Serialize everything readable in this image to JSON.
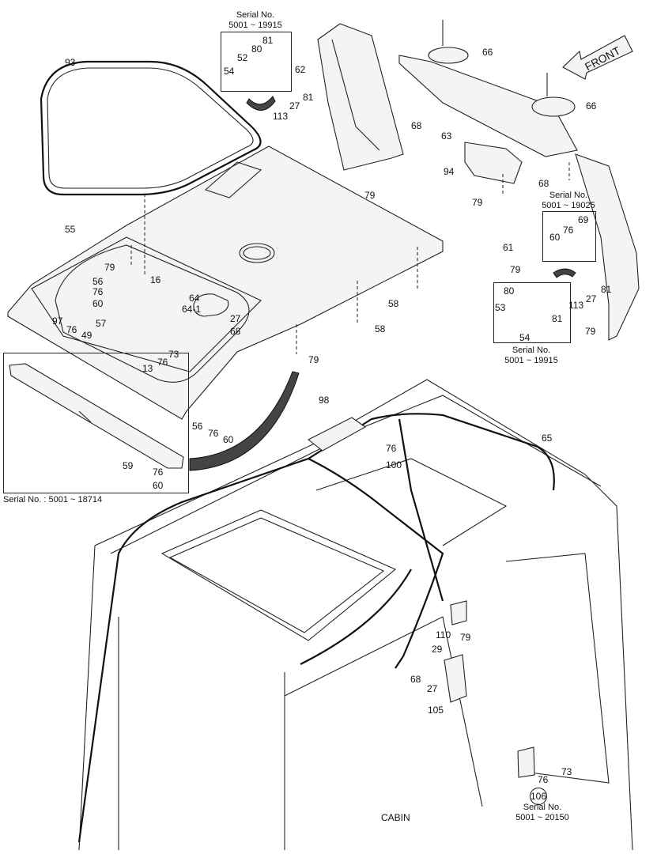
{
  "diagram": {
    "caption": "CABIN",
    "front_label": "FRONT",
    "serial_captions": {
      "top_box": {
        "line1": "Serial No.",
        "line2": "5001 ~ 19915"
      },
      "right_upper": {
        "line1": "Serial No.",
        "line2": "5001 ~ 19025"
      },
      "right_lower": {
        "line1": "Serial No.",
        "line2": "5001 ~ 19915"
      },
      "left_rod": "Serial No. : 5001 ~ 18714",
      "bottom_right": {
        "line1": "Serial No.",
        "line2": "5001 ~ 20150"
      }
    },
    "circled_part": "106",
    "part_labels": [
      "93",
      "81",
      "80",
      "52",
      "54",
      "81",
      "27",
      "113",
      "62",
      "66",
      "66",
      "68",
      "63",
      "94",
      "68",
      "79",
      "79",
      "55",
      "79",
      "16",
      "56",
      "76",
      "60",
      "97",
      "76",
      "49",
      "57",
      "64",
      "64-1",
      "27",
      "68",
      "73",
      "76",
      "13",
      "79",
      "58",
      "58",
      "56",
      "76",
      "60",
      "59",
      "76",
      "60",
      "98",
      "76",
      "100",
      "65",
      "61",
      "79",
      "69",
      "76",
      "60",
      "81",
      "27",
      "113",
      "80",
      "53",
      "81",
      "54",
      "79",
      "110",
      "79",
      "29",
      "68",
      "27",
      "105",
      "76",
      "73"
    ]
  }
}
